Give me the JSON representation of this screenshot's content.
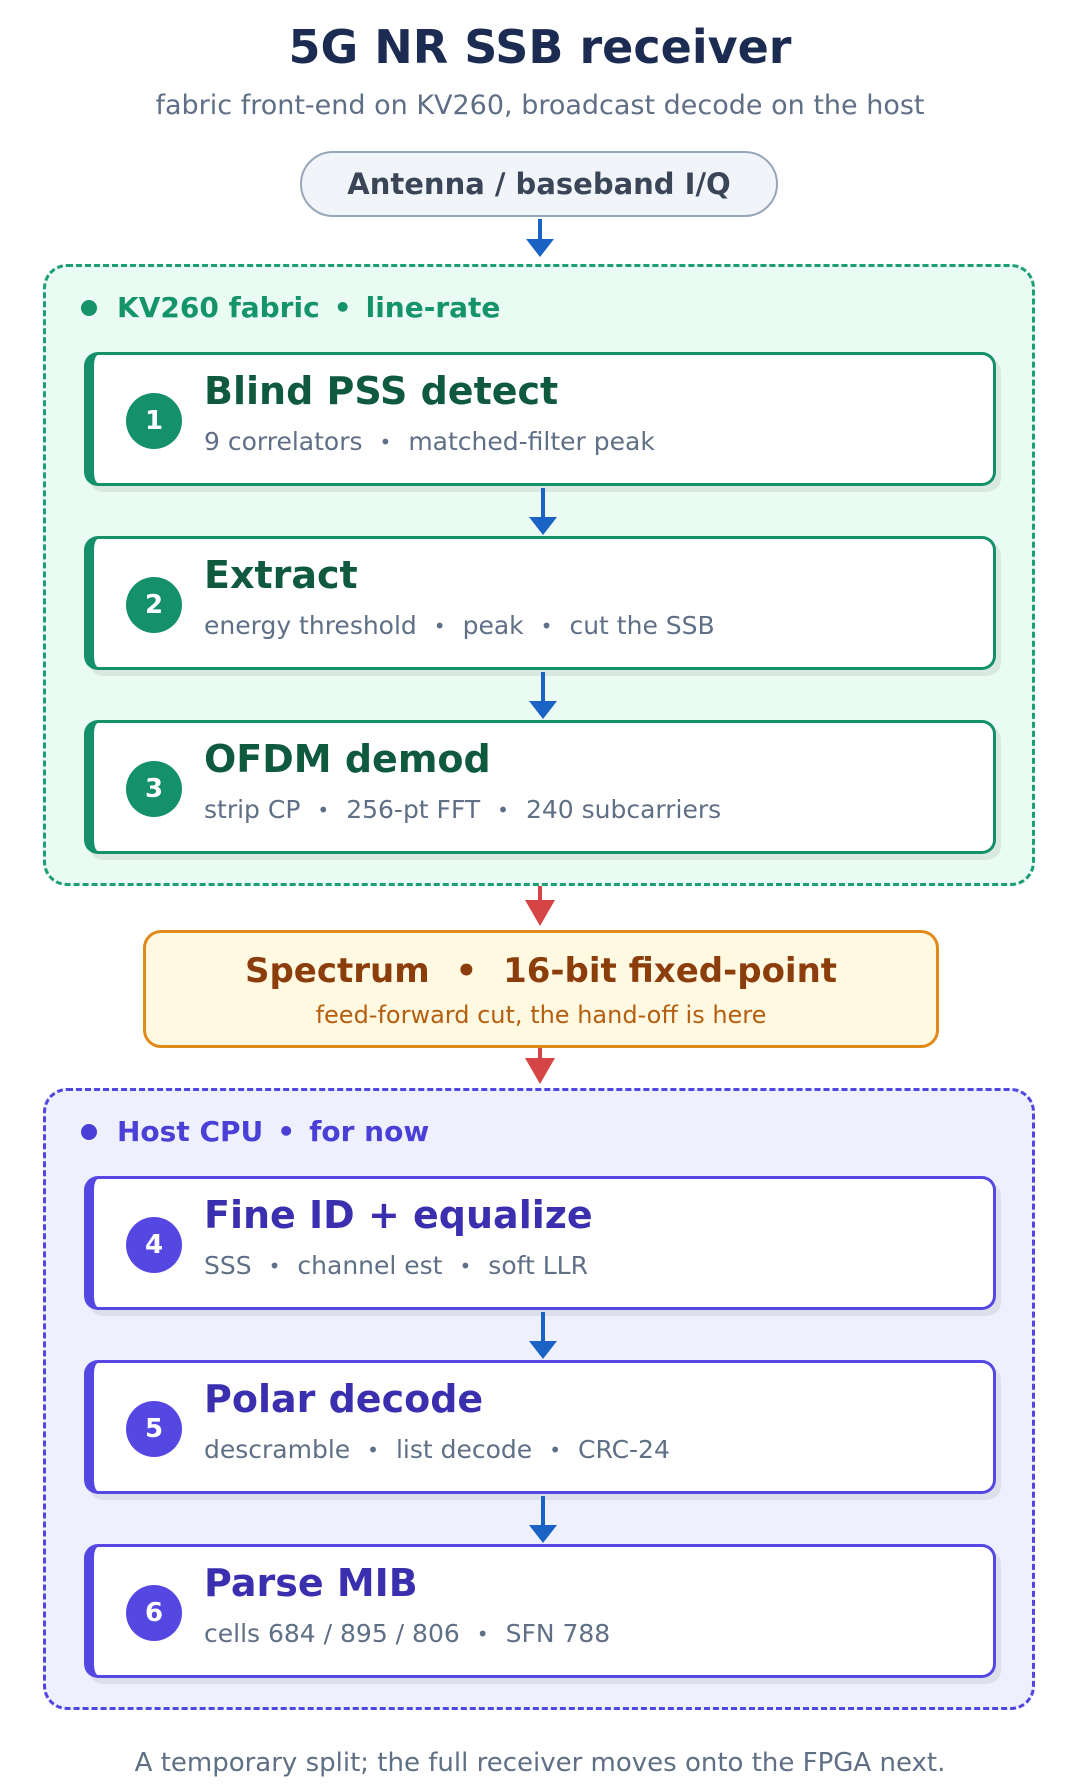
{
  "title": "5G NR SSB receiver",
  "subtitle": "fabric front-end on KV260, broadcast decode on the host",
  "source_node": "Antenna / baseband I/Q",
  "fabric_group": {
    "name": "KV260 fabric",
    "tag": "line-rate",
    "color": "#149468",
    "stages": [
      {
        "num": "1",
        "title": "Blind PSS detect",
        "details": [
          "9 correlators",
          "matched-filter peak"
        ]
      },
      {
        "num": "2",
        "title": "Extract",
        "details": [
          "energy threshold",
          "peak",
          "cut the SSB"
        ]
      },
      {
        "num": "3",
        "title": "OFDM demod",
        "details": [
          "strip CP",
          "256-pt FFT",
          "240 subcarriers"
        ]
      }
    ]
  },
  "handoff": {
    "title": "Spectrum",
    "tag": "16-bit fixed-point",
    "subtitle": "feed-forward cut, the hand-off is here",
    "color": "#e08a1a"
  },
  "host_group": {
    "name": "Host CPU",
    "tag": "for now",
    "color": "#4a3fd6",
    "stages": [
      {
        "num": "4",
        "title": "Fine ID + equalize",
        "details": [
          "SSS",
          "channel est",
          "soft LLR"
        ]
      },
      {
        "num": "5",
        "title": "Polar decode",
        "details": [
          "descramble",
          "list decode",
          "CRC-24"
        ]
      },
      {
        "num": "6",
        "title": "Parse MIB",
        "details": [
          "cells 684 / 895 / 806",
          "SFN 788"
        ]
      }
    ]
  },
  "footer": "A temporary split; the full receiver moves onto the FPGA next.",
  "arrow_colors": {
    "data": "#1a63c4",
    "handoff": "#d64545"
  }
}
